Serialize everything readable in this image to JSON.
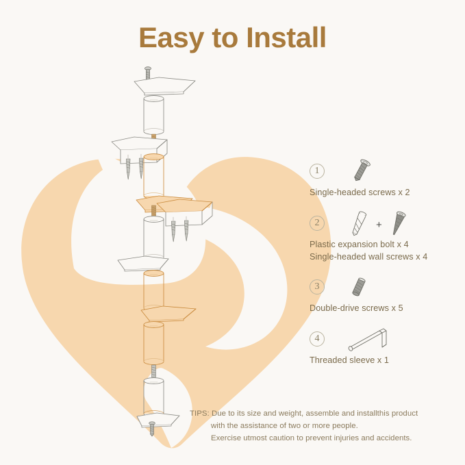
{
  "page": {
    "title": "Easy to Install",
    "background_color": "#FAF8F5",
    "heart_color": "#F7D7AE",
    "title_color": "#A87A3C",
    "text_color": "#7A6A4B"
  },
  "diagram": {
    "name": "exploded-assembly-diagram",
    "description": "Exploded vertical view of a floor-to-ceiling cat tree pole: stacked cylindrical posts, angled platforms, wall mounting brackets with expansion bolts, and end screws.",
    "parts_count": 4,
    "outline_color": "#8A8A84",
    "highlight_color": "#C98A3C"
  },
  "legend": {
    "name": "parts-legend",
    "items": [
      {
        "number": "1",
        "icon": "single-headed-screw-icon",
        "labels": [
          "Single-headed screws x 2"
        ]
      },
      {
        "number": "2",
        "icon": "plastic-expansion-bolt-icon",
        "icon_2": "single-headed-wall-screw-icon",
        "separator": "+",
        "labels": [
          "Plastic expansion bolt x 4",
          "Single-headed wall screws x 4"
        ]
      },
      {
        "number": "3",
        "icon": "double-drive-screw-icon",
        "labels": [
          "Double-drive screws x 5"
        ]
      },
      {
        "number": "4",
        "icon": "threaded-sleeve-hex-key-icon",
        "labels": [
          "Threaded sleeve x 1"
        ]
      }
    ]
  },
  "tips": {
    "line1": "TIPS: Due to its size and weight, assemble and installthis product",
    "line2": "with the assistance of two or more people.",
    "line3": "Exercise utmost caution to prevent injuries and accidents."
  }
}
